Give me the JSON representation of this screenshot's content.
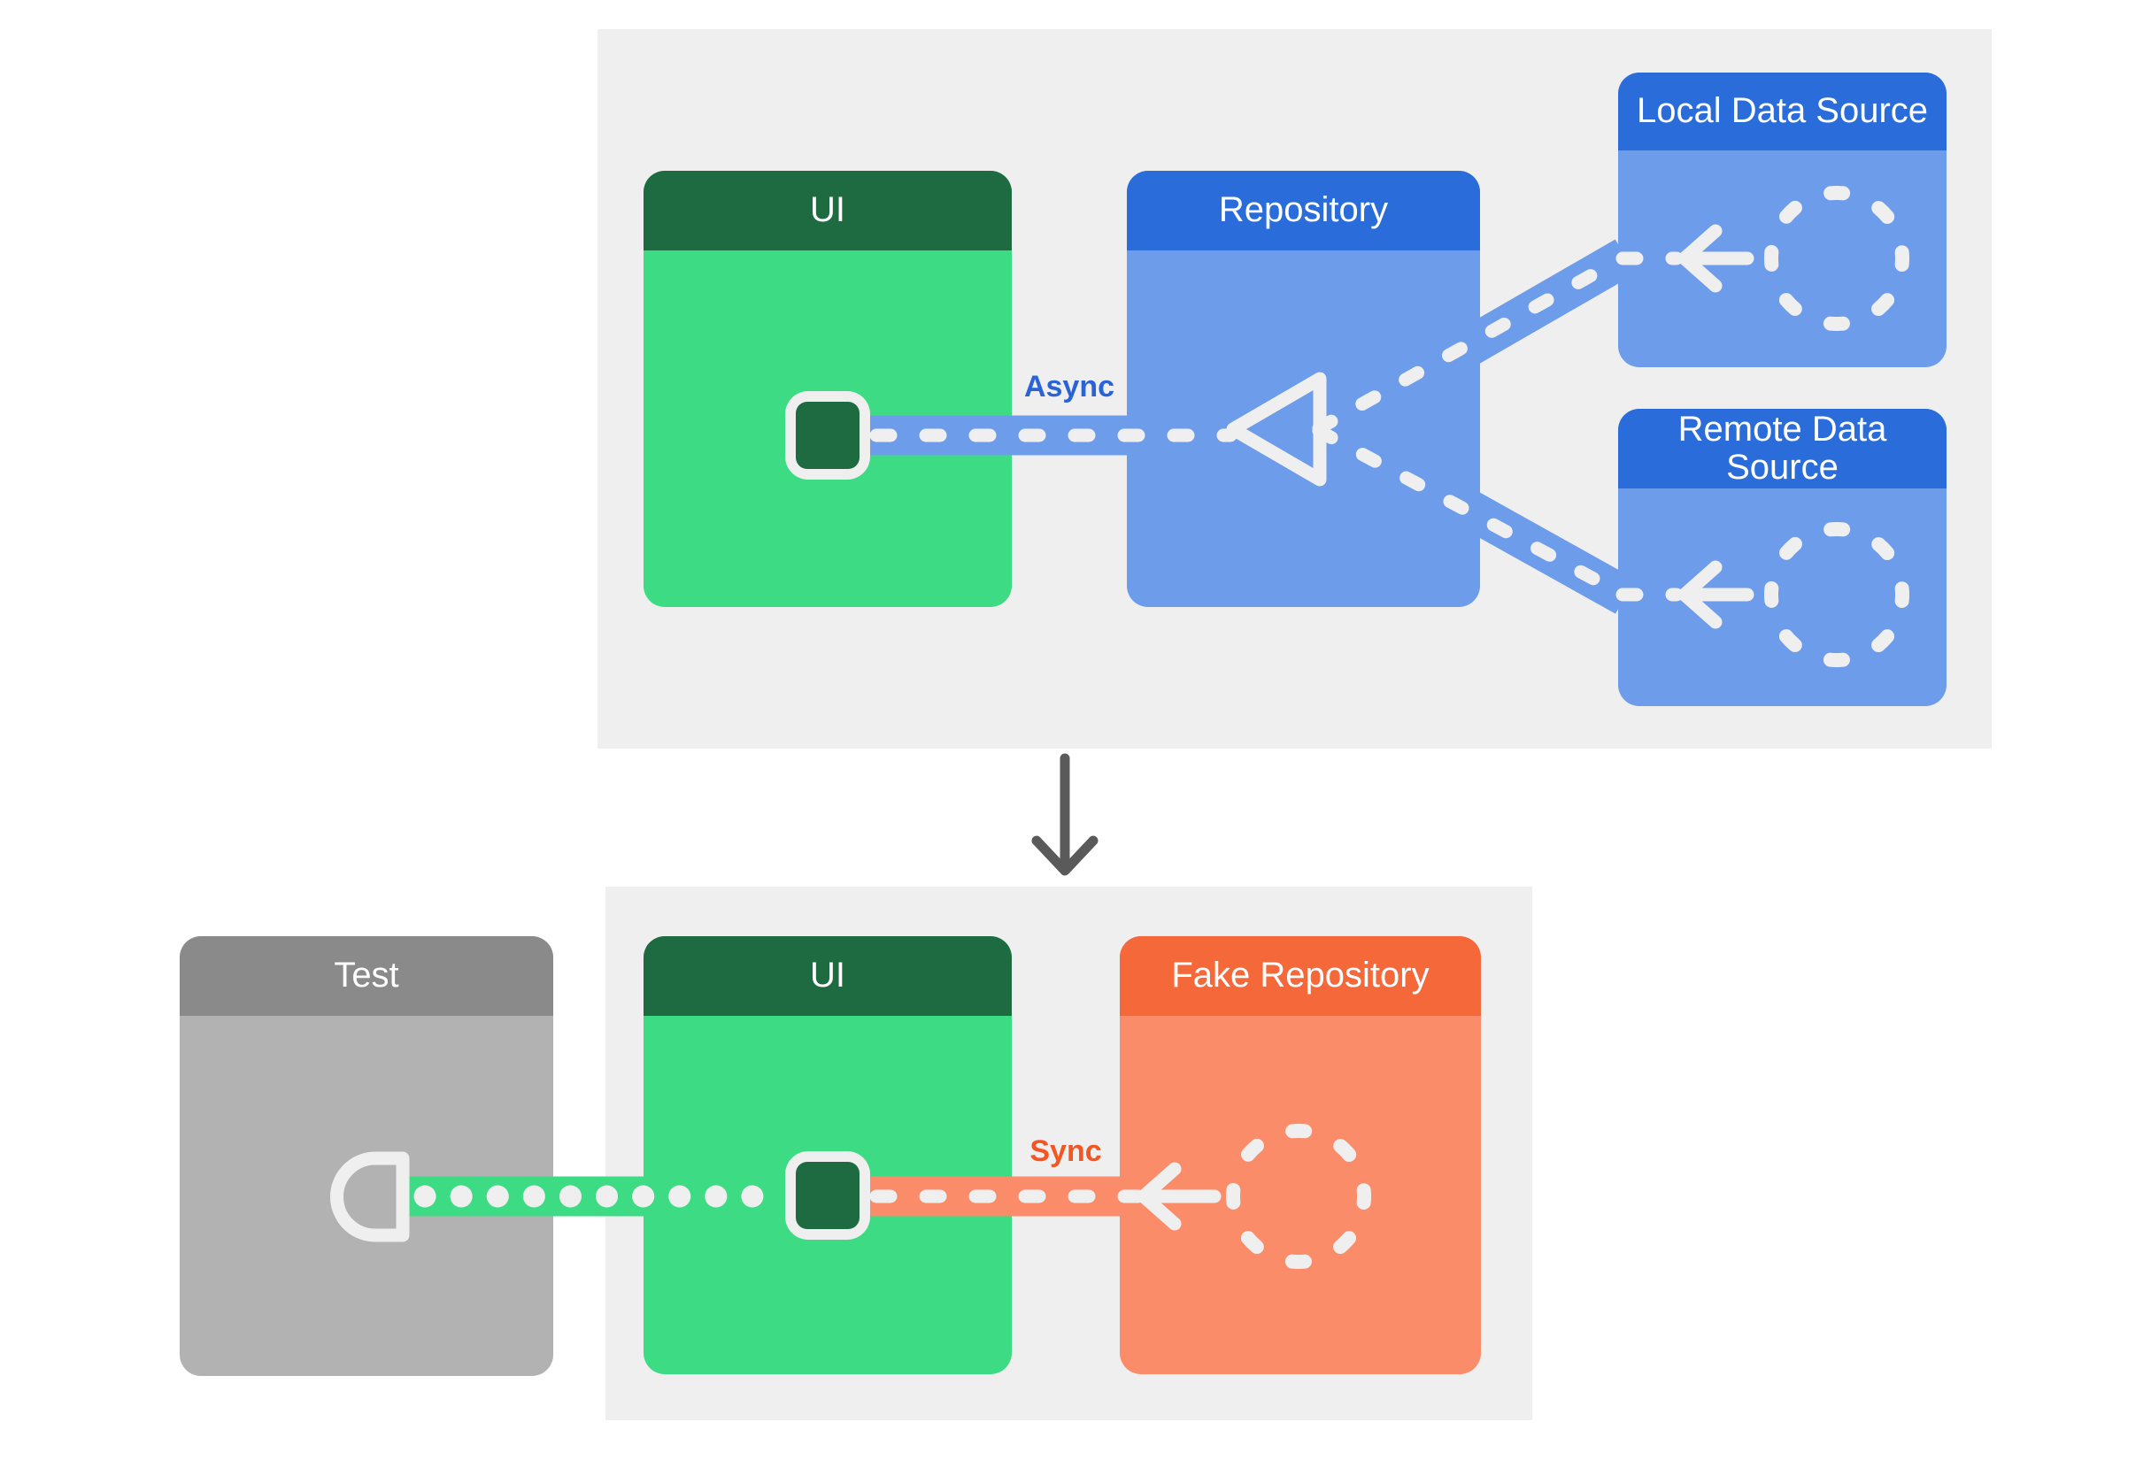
{
  "colors": {
    "page_bg": "#FFFFFF",
    "panel_bg": "#EFEFEF",
    "green_header": "#1E6B42",
    "green_body": "#3DDC84",
    "blue_header": "#2A6DDA",
    "blue_body": "#6D9CEB",
    "orange_header": "#F4683A",
    "orange_body": "#FA8C69",
    "gray_header": "#8A8A8A",
    "gray_body": "#B2B2B2",
    "stroke_light": "#EFEFEF",
    "icon_dark_green": "#1E6B42",
    "async_label": "#2A63D8",
    "sync_label": "#F25622",
    "down_arrow": "#5A5A5A",
    "header_text": "#FFFFFF"
  },
  "top_section": {
    "ui_box": {
      "label": "UI"
    },
    "repository_box": {
      "label": "Repository"
    },
    "local_data_source_box": {
      "label": "Local Data Source"
    },
    "remote_data_source_box": {
      "label": "Remote Data Source"
    },
    "connector_label": "Async"
  },
  "bottom_section": {
    "test_box": {
      "label": "Test"
    },
    "ui_box": {
      "label": "UI"
    },
    "fake_repository_box": {
      "label": "Fake Repository"
    },
    "connector_label": "Sync"
  },
  "icons": {
    "ui_element_top": "ui-element-icon",
    "ui_element_bottom": "ui-element-icon",
    "test_socket": "socket-icon",
    "local_circle": "dashed-circle-icon",
    "remote_circle": "dashed-circle-icon",
    "fake_circle": "dashed-circle-icon",
    "repository_triangle": "triangle-merge-icon",
    "down_arrow": "down-arrow-icon"
  }
}
